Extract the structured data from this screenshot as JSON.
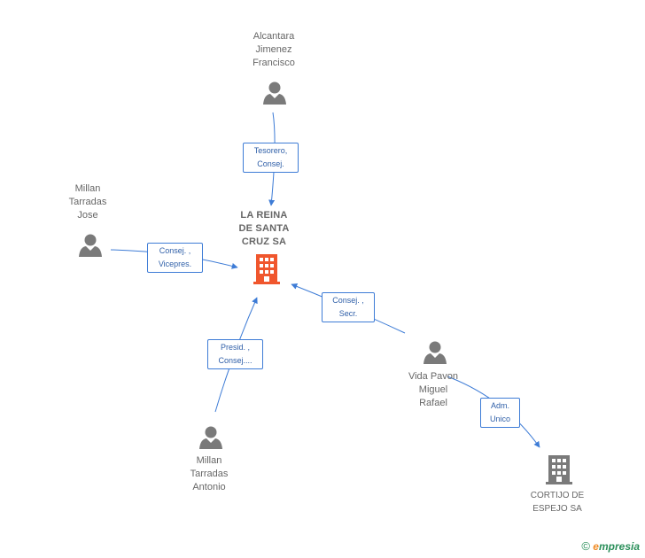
{
  "colors": {
    "edge": "#3e7cd6",
    "person": "#7a7a7a",
    "center_company": "#f0562d",
    "company": "#7a7a7a",
    "text": "#666666"
  },
  "nodes": {
    "center": {
      "lines": [
        "LA REINA",
        "DE SANTA",
        "CRUZ SA"
      ],
      "icon": "building-icon"
    },
    "alcantara": {
      "lines": [
        "Alcantara",
        "Jimenez",
        "Francisco"
      ],
      "icon": "person-icon"
    },
    "millan_jose": {
      "lines": [
        "Millan",
        "Tarradas",
        "Jose"
      ],
      "icon": "person-icon"
    },
    "millan_antonio": {
      "lines": [
        "Millan",
        "Tarradas",
        "Antonio"
      ],
      "icon": "person-icon"
    },
    "vida_pavon": {
      "lines": [
        "Vida Pavon",
        "Miguel",
        "Rafael"
      ],
      "icon": "person-icon"
    },
    "cortijo": {
      "lines": [
        "CORTIJO DE",
        "ESPEJO SA"
      ],
      "icon": "building-icon"
    }
  },
  "edges": {
    "alcantara": {
      "lines": [
        "Tesorero,",
        "Consej."
      ]
    },
    "millan_jose": {
      "lines": [
        "Consej. ,",
        "Vicepres."
      ]
    },
    "vida_pavon": {
      "lines": [
        "Consej. ,",
        "Secr."
      ]
    },
    "millan_antonio": {
      "lines": [
        "Presid. ,",
        "Consej...."
      ]
    },
    "cortijo": {
      "lines": [
        "Adm.",
        "Unico"
      ]
    }
  },
  "brand": {
    "copyright": "©",
    "e": "e",
    "rest": "mpresia"
  }
}
